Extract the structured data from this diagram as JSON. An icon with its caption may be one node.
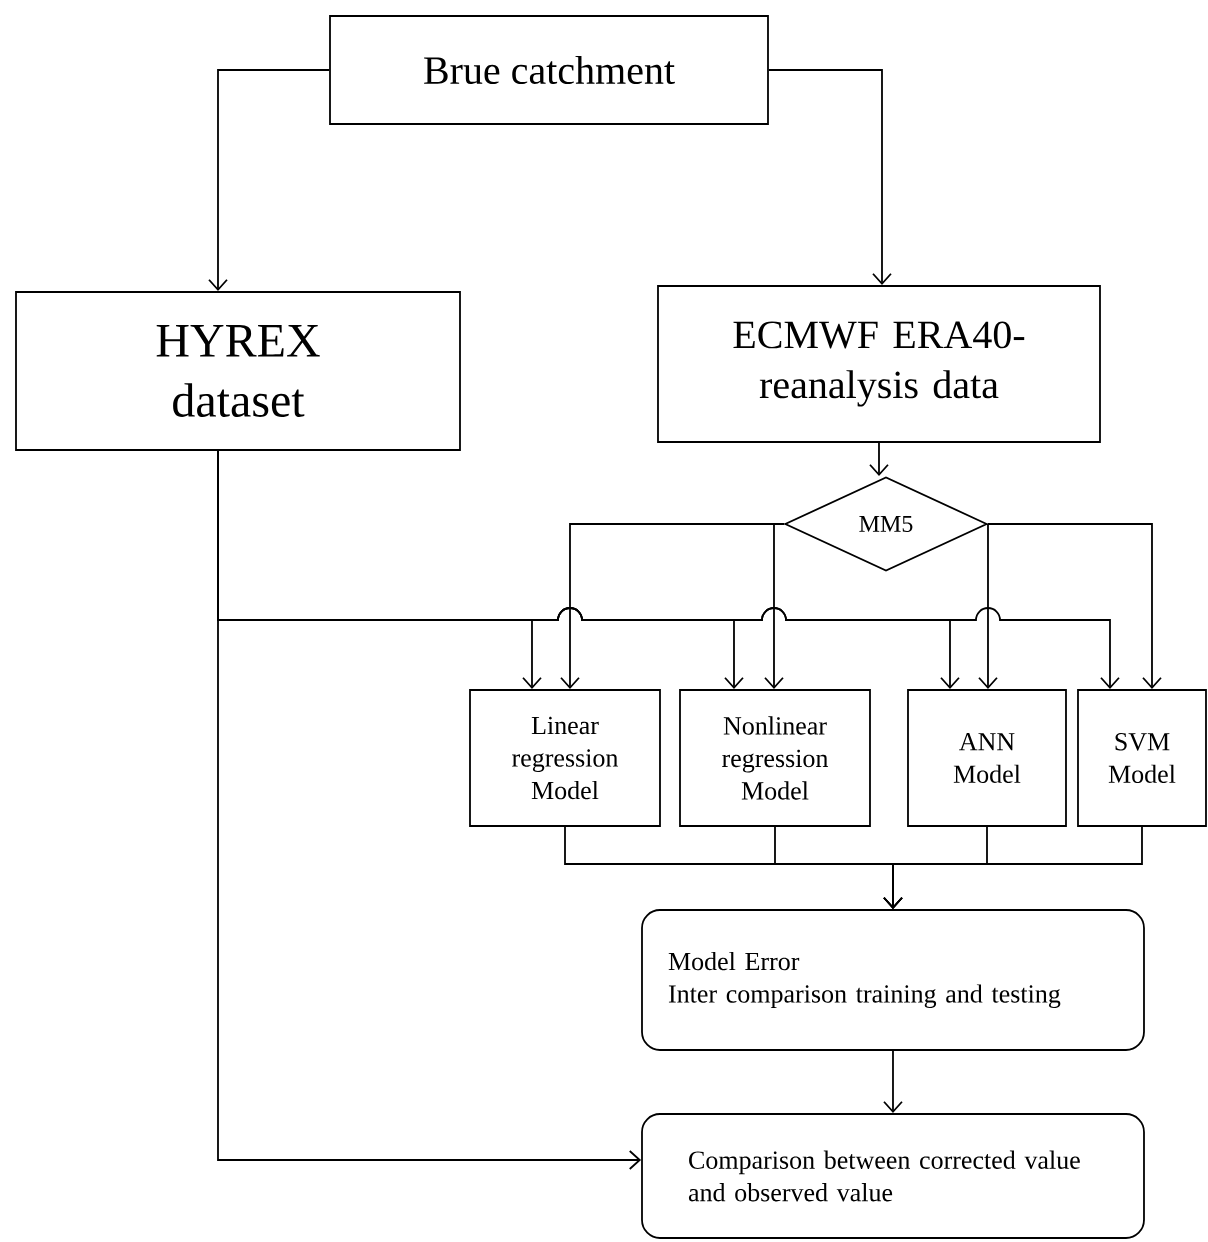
{
  "diagram": {
    "nodes": [
      {
        "text": [
          "Brue catchment"
        ]
      },
      {
        "text": [
          "HYREX dataset"
        ]
      },
      {
        "text": [
          "ECMWF ERA40- reanalysis data"
        ]
      },
      {
        "text": [
          "MM5"
        ]
      },
      {
        "text": [
          "Linear regression Model"
        ]
      },
      {
        "text": [
          "Nonlinear regression Model"
        ]
      },
      {
        "text": [
          "ANN Model"
        ]
      },
      {
        "text": [
          "SVM Model"
        ]
      },
      {
        "text": [
          "Model Error",
          "Inter comparison training and testing"
        ]
      },
      {
        "text": [
          "Comparison between corrected value and observed value"
        ]
      }
    ],
    "edges": [
      {
        "from": 0,
        "to": 1,
        "arrow": "to"
      },
      {
        "from": 0,
        "to": 2,
        "arrow": "to"
      },
      {
        "from": 2,
        "to": 3,
        "arrow": "to"
      },
      {
        "from": 3,
        "to": 4,
        "arrow": "to"
      },
      {
        "from": 3,
        "to": 5,
        "arrow": "to"
      },
      {
        "from": 3,
        "to": 6,
        "arrow": "to"
      },
      {
        "from": 3,
        "to": 7,
        "arrow": "to"
      },
      {
        "from": 1,
        "to": 4,
        "arrow": "to"
      },
      {
        "from": 1,
        "to": 5,
        "arrow": "to"
      },
      {
        "from": 1,
        "to": 6,
        "arrow": "to"
      },
      {
        "from": 1,
        "to": 7,
        "arrow": "to"
      },
      {
        "from": 1,
        "to": 9,
        "arrow": "to"
      },
      {
        "from": 4,
        "to": 8,
        "arrow": "to"
      },
      {
        "from": 5,
        "to": 8,
        "arrow": "to"
      },
      {
        "from": 6,
        "to": 8,
        "arrow": "to"
      },
      {
        "from": 7,
        "to": 8,
        "arrow": "to"
      },
      {
        "from": 8,
        "to": 9,
        "arrow": "to"
      }
    ]
  }
}
